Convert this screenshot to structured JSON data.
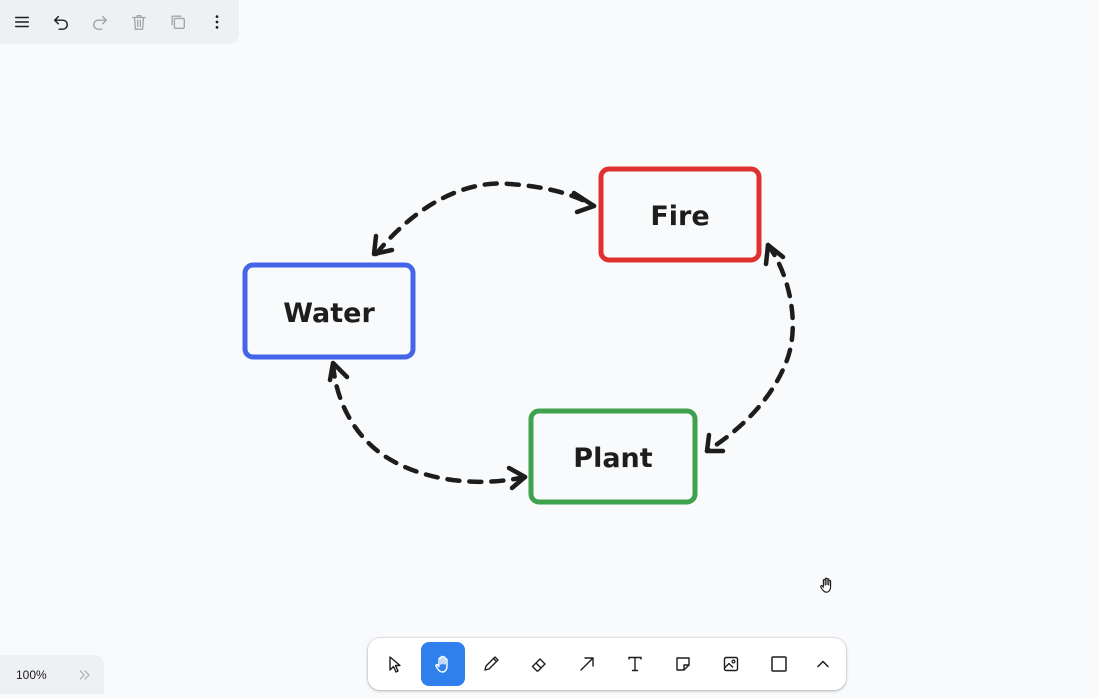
{
  "menu": {
    "items": [
      {
        "name": "main-menu-button",
        "icon": "hamburger-icon",
        "enabled": true
      },
      {
        "name": "undo-button",
        "icon": "undo-icon",
        "enabled": true
      },
      {
        "name": "redo-button",
        "icon": "redo-icon",
        "enabled": false
      },
      {
        "name": "delete-button",
        "icon": "trash-icon",
        "enabled": false
      },
      {
        "name": "duplicate-button",
        "icon": "duplicate-icon",
        "enabled": false
      },
      {
        "name": "more-button",
        "icon": "more-vertical-icon",
        "enabled": true
      }
    ]
  },
  "zoom": {
    "level": "100%",
    "expand_icon": "chevrons-right-icon"
  },
  "toolbar": {
    "active_tool": "hand",
    "accent_color": "#2f80ed",
    "tools": [
      {
        "id": "select",
        "icon": "pointer-icon"
      },
      {
        "id": "hand",
        "icon": "hand-icon"
      },
      {
        "id": "draw",
        "icon": "pencil-icon"
      },
      {
        "id": "eraser",
        "icon": "eraser-icon"
      },
      {
        "id": "arrow",
        "icon": "arrow-icon"
      },
      {
        "id": "text",
        "icon": "text-icon"
      },
      {
        "id": "note",
        "icon": "sticky-note-icon"
      },
      {
        "id": "media",
        "icon": "image-icon"
      },
      {
        "id": "rectangle",
        "icon": "rectangle-icon"
      },
      {
        "id": "more",
        "icon": "chevron-up-icon"
      }
    ]
  },
  "diagram": {
    "shapes": [
      {
        "id": "water",
        "label": "Water",
        "color": "#4465e9"
      },
      {
        "id": "fire",
        "label": "Fire",
        "color": "#e03131"
      },
      {
        "id": "plant",
        "label": "Plant",
        "color": "#40a14f"
      }
    ],
    "arrows": [
      {
        "from": "water",
        "to": "fire",
        "style": "dashed",
        "bidirectional": true
      },
      {
        "from": "fire",
        "to": "plant",
        "style": "dashed",
        "bidirectional": true
      },
      {
        "from": "plant",
        "to": "water",
        "style": "dashed",
        "bidirectional": true
      }
    ]
  },
  "cursor": {
    "icon": "grab-hand-icon"
  }
}
